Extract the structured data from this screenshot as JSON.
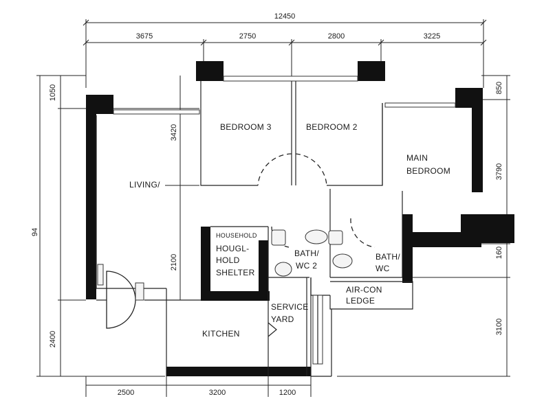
{
  "dimensions": {
    "overall": "12450",
    "top": [
      "3675",
      "2750",
      "2800",
      "3225"
    ],
    "bottom": [
      "2500",
      "3200",
      "1200"
    ],
    "left_overall": "94",
    "left": [
      "1050",
      "2400"
    ],
    "left_inner": [
      "3420",
      "2100"
    ],
    "right": [
      "850",
      "3790",
      "160",
      "3100"
    ]
  },
  "rooms": {
    "living": "LIVING/",
    "bedroom3": "BEDROOM  3",
    "bedroom2": "BEDROOM  2",
    "main_bedroom": [
      "MAIN",
      "BEDROOM"
    ],
    "shelter": [
      "HOUSEHOLD",
      "HOUGL-",
      "HOLD",
      "SHELTER"
    ],
    "bath2": [
      "BATH/",
      "WC 2"
    ],
    "bath": [
      "BATH/",
      "WC"
    ],
    "aircon": [
      "AIR-CON",
      "LEDGE"
    ],
    "service": [
      "SERVICE",
      "YARD"
    ],
    "kitchen": "KITCHEN"
  }
}
